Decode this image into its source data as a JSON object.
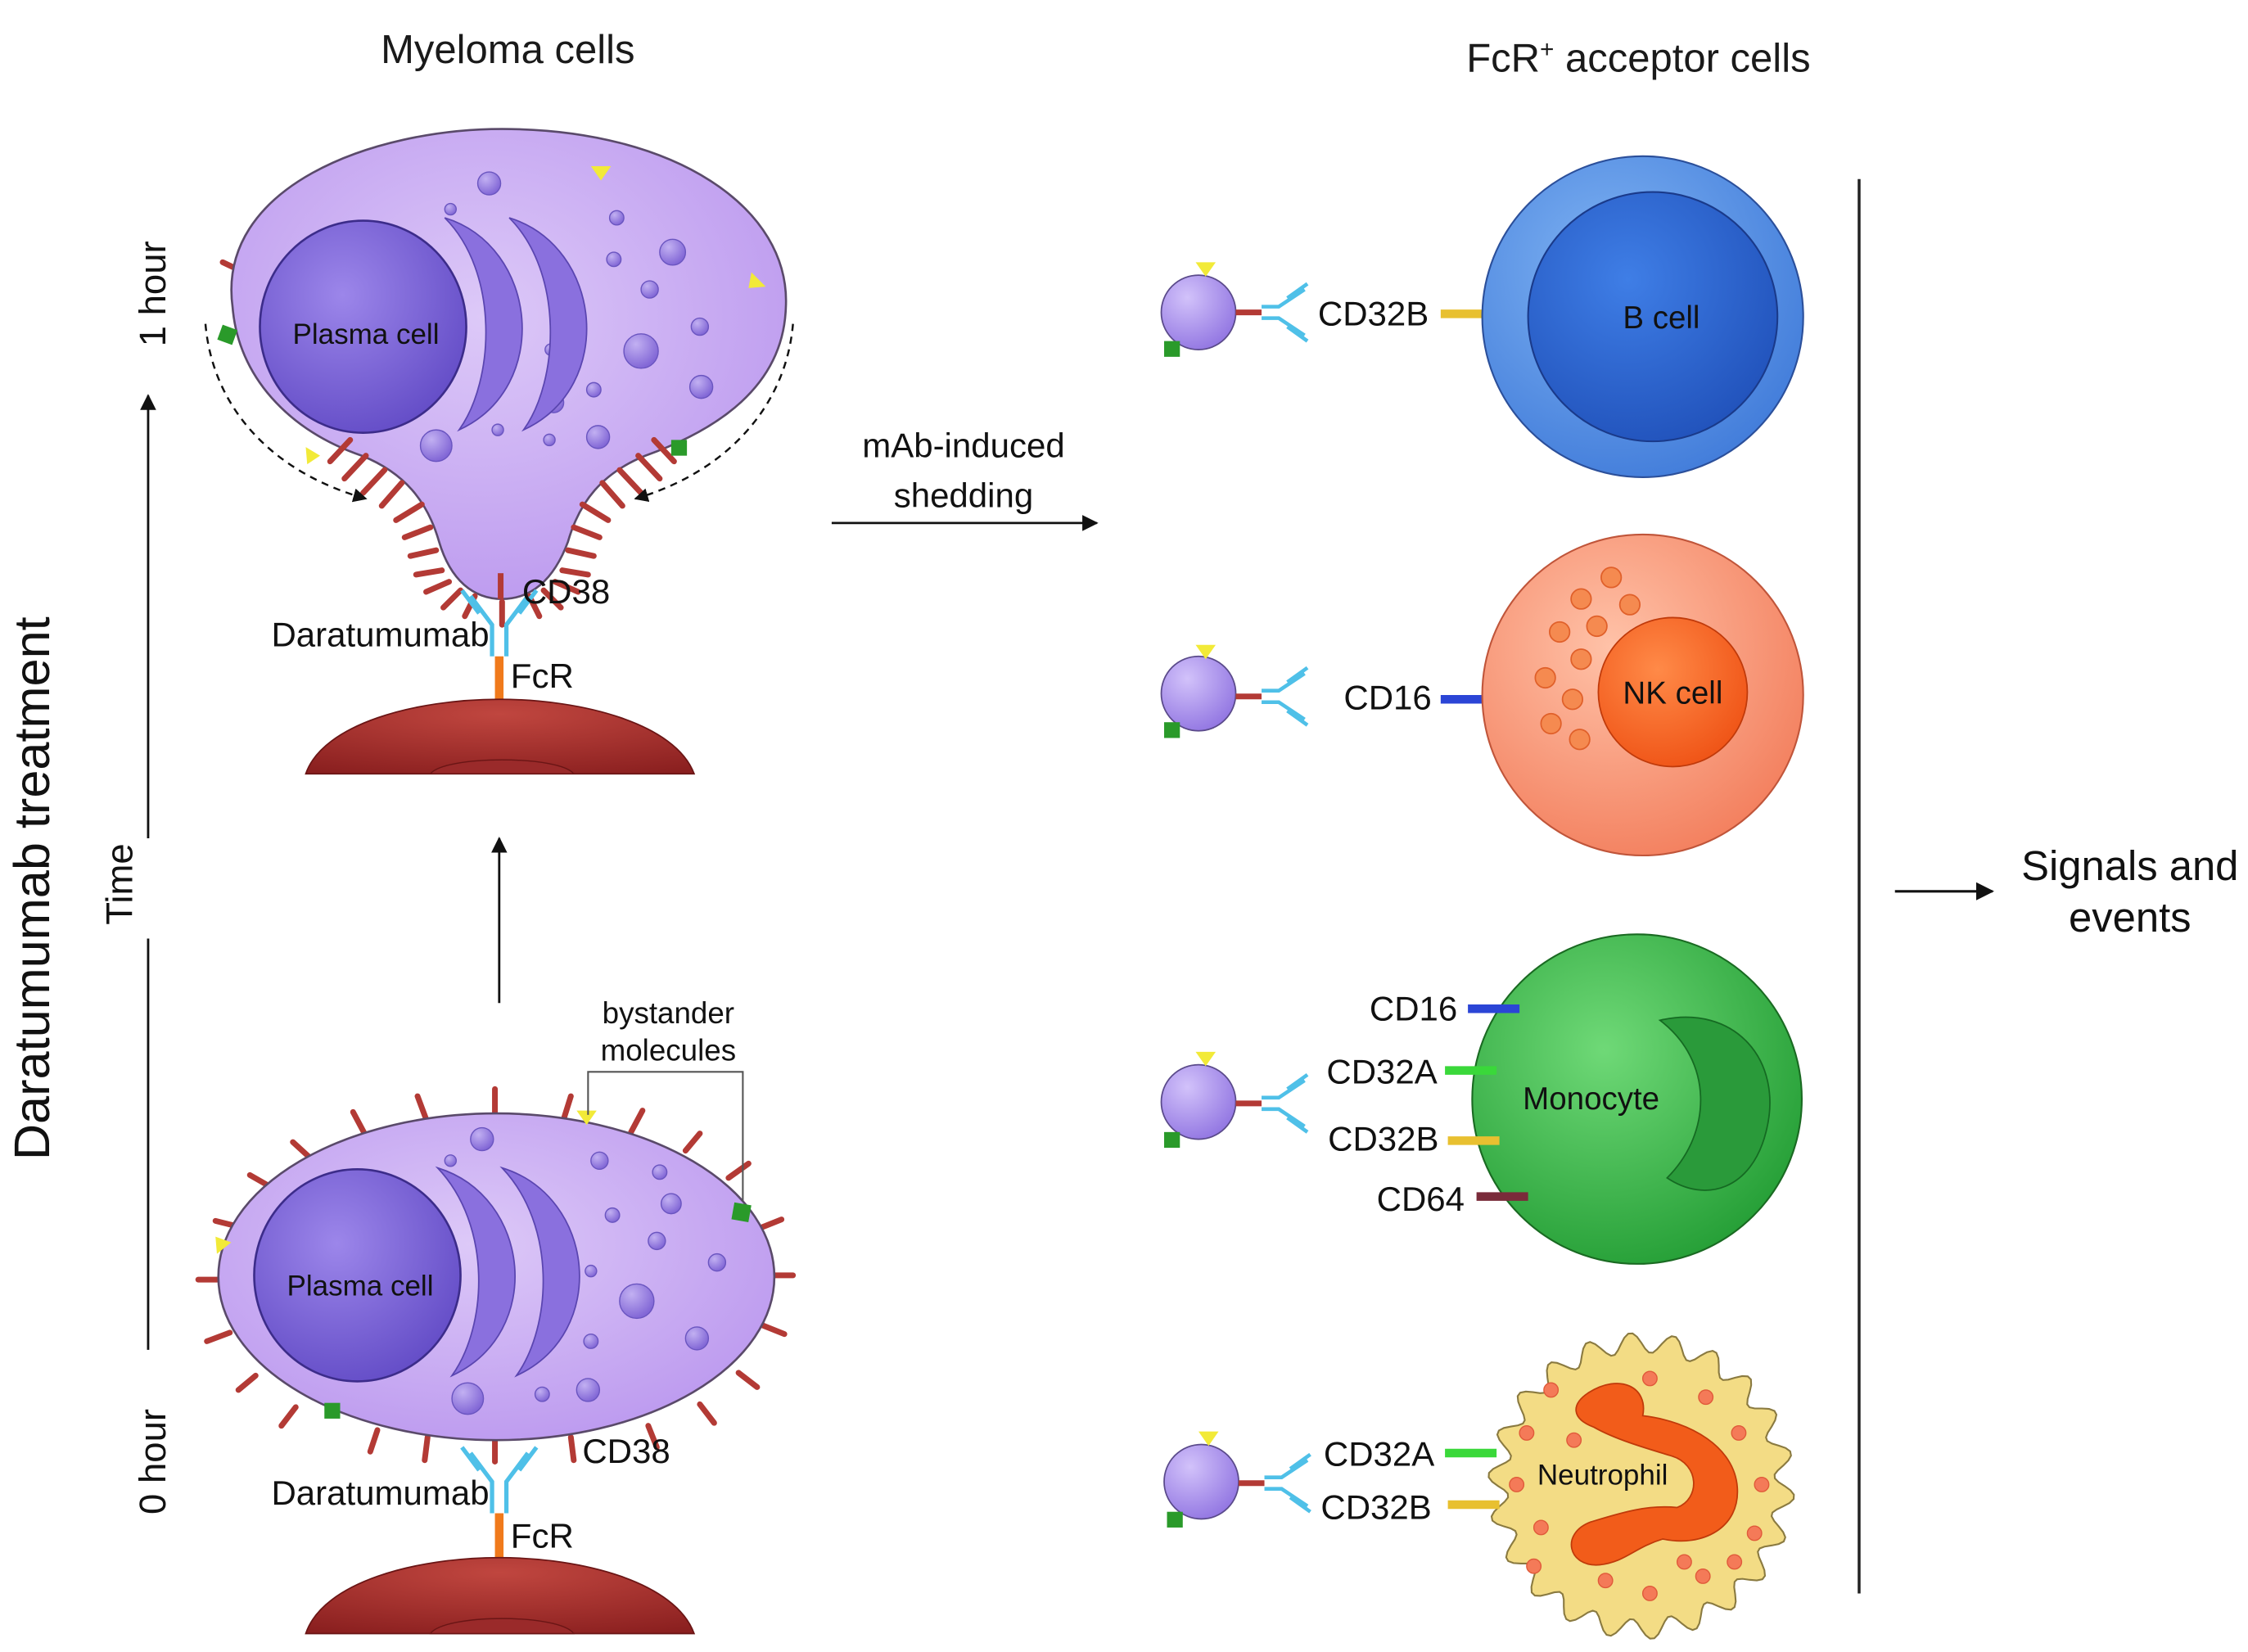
{
  "titles": {
    "myeloma": "Myeloma cells",
    "acceptor_prefix": "FcR",
    "acceptor_sup": "+",
    "acceptor_suffix": " acceptor cells"
  },
  "side": {
    "treatment": "Daratumumab treatment",
    "time": "Time",
    "one_hour": "1 hour",
    "zero_hour": "0 hour"
  },
  "top_cell": {
    "nucleus": "Plasma cell",
    "cd38": "CD38",
    "antibody": "Daratumumab",
    "fcr": "FcR"
  },
  "bottom_cell": {
    "nucleus": "Plasma cell",
    "cd38": "CD38",
    "antibody": "Daratumumab",
    "fcr": "FcR",
    "bystander_line1": "bystander",
    "bystander_line2": "molecules"
  },
  "shedding": {
    "line1": "mAb-induced",
    "line2": "shedding"
  },
  "acceptors": [
    {
      "name": "B cell",
      "receptors": [
        "CD32B"
      ],
      "fill": "#3b72d9"
    },
    {
      "name": "NK cell",
      "receptors": [
        "CD16"
      ],
      "fill": "#f07a55"
    },
    {
      "name": "Monocyte",
      "receptors": [
        "CD16",
        "CD32A",
        "CD32B",
        "CD64"
      ],
      "fill": "#2fae3f"
    },
    {
      "name": "Neutrophil",
      "receptors": [
        "CD32A",
        "CD32B"
      ],
      "fill": "#f3dc85"
    }
  ],
  "signals": {
    "line1": "Signals and",
    "line2": "events"
  },
  "colors": {
    "myeloma_body": "#c6a8f2",
    "nucleus": "#7b63d8",
    "cd38": "#b33a35",
    "antibody": "#4fc0e8",
    "fcr": "#f07a1c",
    "host_cell": "#a52a2a",
    "bystander_green": "#2a9a2a",
    "bystander_yellow": "#f2ea38",
    "cd16": "#2b45d6",
    "cd32a": "#3ad83a",
    "cd32b": "#e8c030",
    "cd64": "#7a2b3a"
  }
}
